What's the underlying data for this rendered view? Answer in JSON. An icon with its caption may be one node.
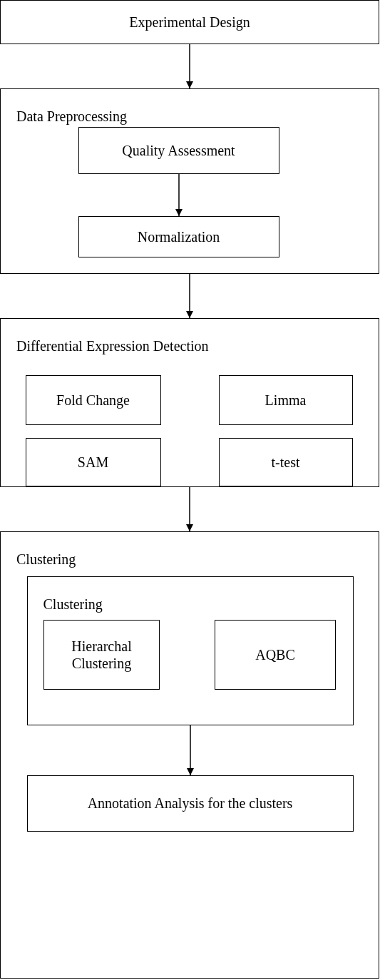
{
  "diagram": {
    "nodes": [
      {
        "text": [
          "Experimental Design"
        ]
      },
      {
        "text": [
          "Data Preprocessing"
        ]
      },
      {
        "text": [
          "Quality Assessment"
        ],
        "in": 1
      },
      {
        "text": [
          "Normalization"
        ],
        "in": 1
      },
      {
        "text": [
          "Differential Expression Detection"
        ]
      },
      {
        "text": [
          "Fold Change"
        ],
        "in": 4
      },
      {
        "text": [
          "Limma"
        ],
        "in": 4
      },
      {
        "text": [
          "SAM"
        ],
        "in": 4
      },
      {
        "text": [
          "t-test"
        ],
        "in": 4
      },
      {
        "text": [
          "Clustering"
        ]
      },
      {
        "text": [
          "Clustering"
        ],
        "in": 9
      },
      {
        "text": [
          "Hierarchal Clustering"
        ],
        "in": 10
      },
      {
        "text": [
          "AQBC"
        ],
        "in": 10
      },
      {
        "text": [
          "Annotation Analysis for the clusters"
        ],
        "in": 9
      }
    ],
    "edges": [
      {
        "from": 0,
        "to": 1,
        "arrow": "to"
      },
      {
        "from": 2,
        "to": 3,
        "arrow": "to"
      },
      {
        "from": 1,
        "to": 4,
        "arrow": "to"
      },
      {
        "from": 4,
        "to": 9,
        "arrow": "to"
      },
      {
        "from": 10,
        "to": 13,
        "arrow": "to"
      }
    ]
  }
}
